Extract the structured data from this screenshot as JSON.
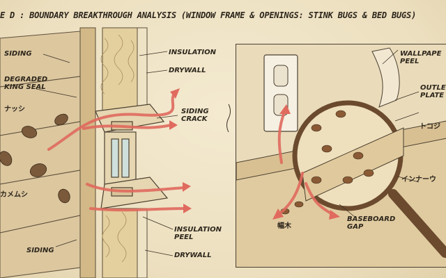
{
  "title": "E D : BOUNDARY BREAKTHROUGH ANALYSIS  (WINDOW FRAME & OPENINGS: STINK BUGS & BED BUGS)",
  "left_labels": {
    "siding_top": "SIDING",
    "degraded_seal": "DEGRADED\nKING SEAL",
    "jp_stinkbug_top": "ナッシ",
    "jp_stinkbug_bottom": "カメムシ",
    "siding_bottom": "SIDING",
    "insulation": "INSULATION",
    "drywall_top": "DRYWALL",
    "siding_crack": "SIDING\nCRACK",
    "insulation_peel": "INSULATION\nPEEL",
    "drywall_bottom": "DRYWALL"
  },
  "right_labels": {
    "wallpaper_peel": "WALLPAPE\nPEEL",
    "outlet_plate": "OUTLE\nPLATE",
    "jp_cockroach": "トコジ",
    "jp_interior": "インナーウ",
    "baseboard_gap": "BASEBOARD\nGAP",
    "jp_baseboard": "幅木"
  },
  "colors": {
    "paper": "#efe3c6",
    "ink": "#2d261c",
    "arrow": "#e06a5e",
    "wood": "#d9c39a",
    "insulation": "#e3cf9e",
    "bug": "#6b4a2e"
  }
}
